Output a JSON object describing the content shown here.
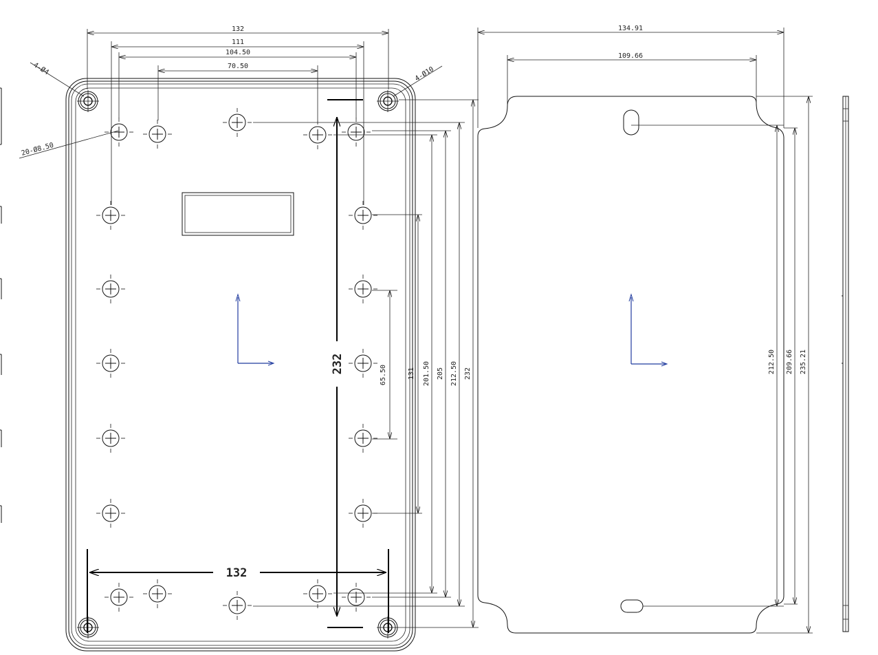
{
  "front_view": {
    "dims": {
      "width_outer": "132",
      "width_111": "111",
      "width_104_50": "104.50",
      "width_70_50": "70.50",
      "height_232_big": "232",
      "width_132_big": "132",
      "height_65_50": "65.50",
      "height_131": "131",
      "height_201_50": "201.50",
      "height_205": "205",
      "height_212_50": "212.50",
      "height_232": "232"
    },
    "callouts": {
      "corner_holes_small": "4-Ø4",
      "corner_holes_large": "4-Ø10",
      "mount_holes": "20-Ø8.50"
    }
  },
  "plate_view": {
    "dims": {
      "width_134_91": "134.91",
      "width_109_66": "109.66",
      "height_212_50": "212.50",
      "height_209_66": "209.66",
      "height_235_21": "235.21"
    }
  },
  "colors": {
    "lines": "#111111",
    "axis": "#1f3a9e",
    "background": "#ffffff"
  }
}
